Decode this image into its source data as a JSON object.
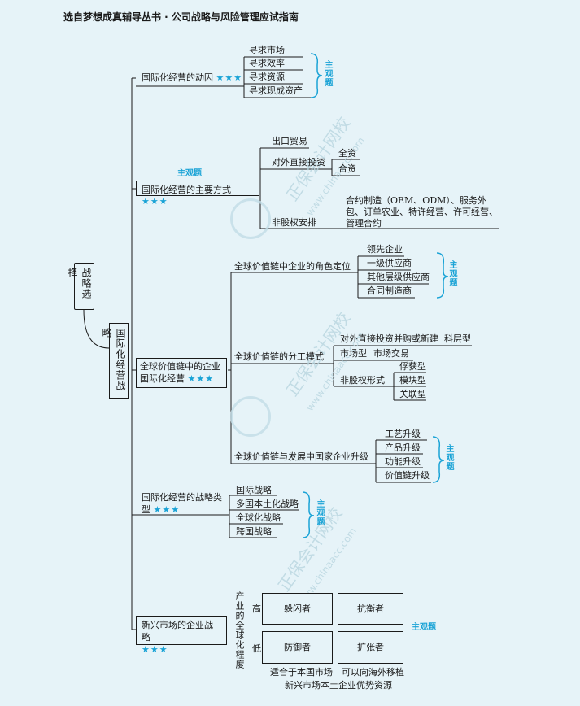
{
  "header": "选自梦想成真辅导丛书 · 公司战略与风险管理应试指南",
  "watermark": "正保会计网校",
  "watermark_url": "www.chinaacc.com",
  "colors": {
    "accent": "#1aa3d6",
    "line": "#1a1a1a",
    "bg": "#e6f3f8"
  },
  "root": "战略选择",
  "level1": "国际化经营战略",
  "stars": "★★★",
  "key_label": "主观题",
  "motives": {
    "title": "国际化经营的动因",
    "items": [
      "寻求市场",
      "寻求效率",
      "寻求资源",
      "寻求现成资产"
    ]
  },
  "modes": {
    "title": "国际化经营的主要方式",
    "export": "出口贸易",
    "fdi": "对外直接投资",
    "fdi_items": [
      "全资",
      "合资"
    ],
    "nonequity": "非股权安排",
    "nonequity_desc": "合约制造（OEM、ODM）、服务外包、订单农业、特许经营、许可经营、管理合约"
  },
  "gvc": {
    "title_line1": "全球价值链中的企业",
    "title_line2": "国际化经营",
    "role": "全球价值链中企业的角色定位",
    "role_items": [
      "领先企业",
      "一级供应商",
      "其他层级供应商",
      "合同制造商"
    ],
    "division": "全球价值链的分工模式",
    "division_fdi": "对外直接投资并购或新建",
    "division_fdi_type": "科层型",
    "division_market": "市场型",
    "division_market_type": "市场交易",
    "division_nonequity": "非股权形式",
    "division_nonequity_items": [
      "俘获型",
      "模块型",
      "关联型"
    ],
    "upgrade": "全球价值链与发展中国家企业升级",
    "upgrade_items": [
      "工艺升级",
      "产品升级",
      "功能升级",
      "价值链升级"
    ]
  },
  "types": {
    "title_line1": "国际化经营的战略类",
    "title_line2": "型",
    "items": [
      "国际战略",
      "多国本土化战略",
      "全球化战略",
      "跨国战略"
    ]
  },
  "emerging": {
    "title": "新兴市场的企业战略",
    "vertical_label": "产业的全球化程度",
    "high": "高",
    "low": "低",
    "cells": [
      "躲闪者",
      "抗衡者",
      "防御者",
      "扩张者"
    ],
    "x_left": "适合于本国市场",
    "x_right": "可以向海外移植",
    "x_title": "新兴市场本土企业优势资源"
  }
}
